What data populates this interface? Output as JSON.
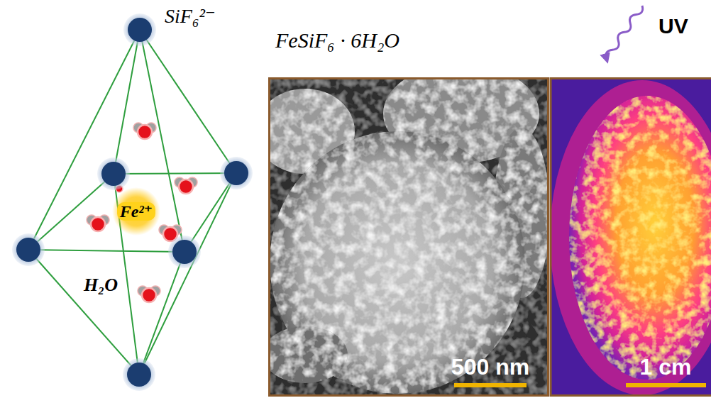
{
  "diagram": {
    "labels": [
      "SiF₆²⁻",
      "Fe²⁺",
      "H₂O",
      "FeSiF₆ · 6H₂O",
      "UV",
      "500 nm",
      "1 cm"
    ]
  }
}
